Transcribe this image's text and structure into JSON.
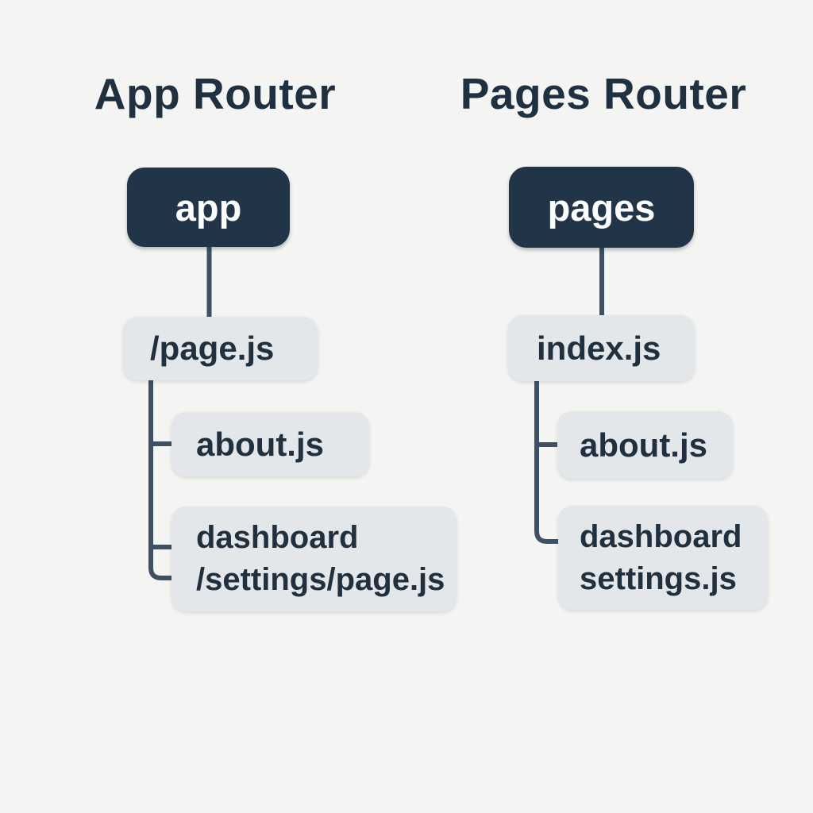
{
  "left_diagram": {
    "title": "App Router",
    "root_label": "app",
    "child_label": "/page.js",
    "about_label": "about.js",
    "dashboard_line1": "dashboard",
    "dashboard_line2": "/settings/page.js"
  },
  "right_diagram": {
    "title": "Pages Router",
    "root_label": "pages",
    "child_label": "index.js",
    "about_label": "about.js",
    "dashboard_line1": "dashboard",
    "dashboard_line2": "settings.js"
  },
  "colors": {
    "background": "#f4f4f3",
    "root_node_fill": "#223447",
    "root_node_text": "#fcfcfc",
    "file_node_fill": "#e4e7ea",
    "file_node_text": "#20303f",
    "title_text": "#1f3040",
    "connector_line": "#3e5061"
  }
}
